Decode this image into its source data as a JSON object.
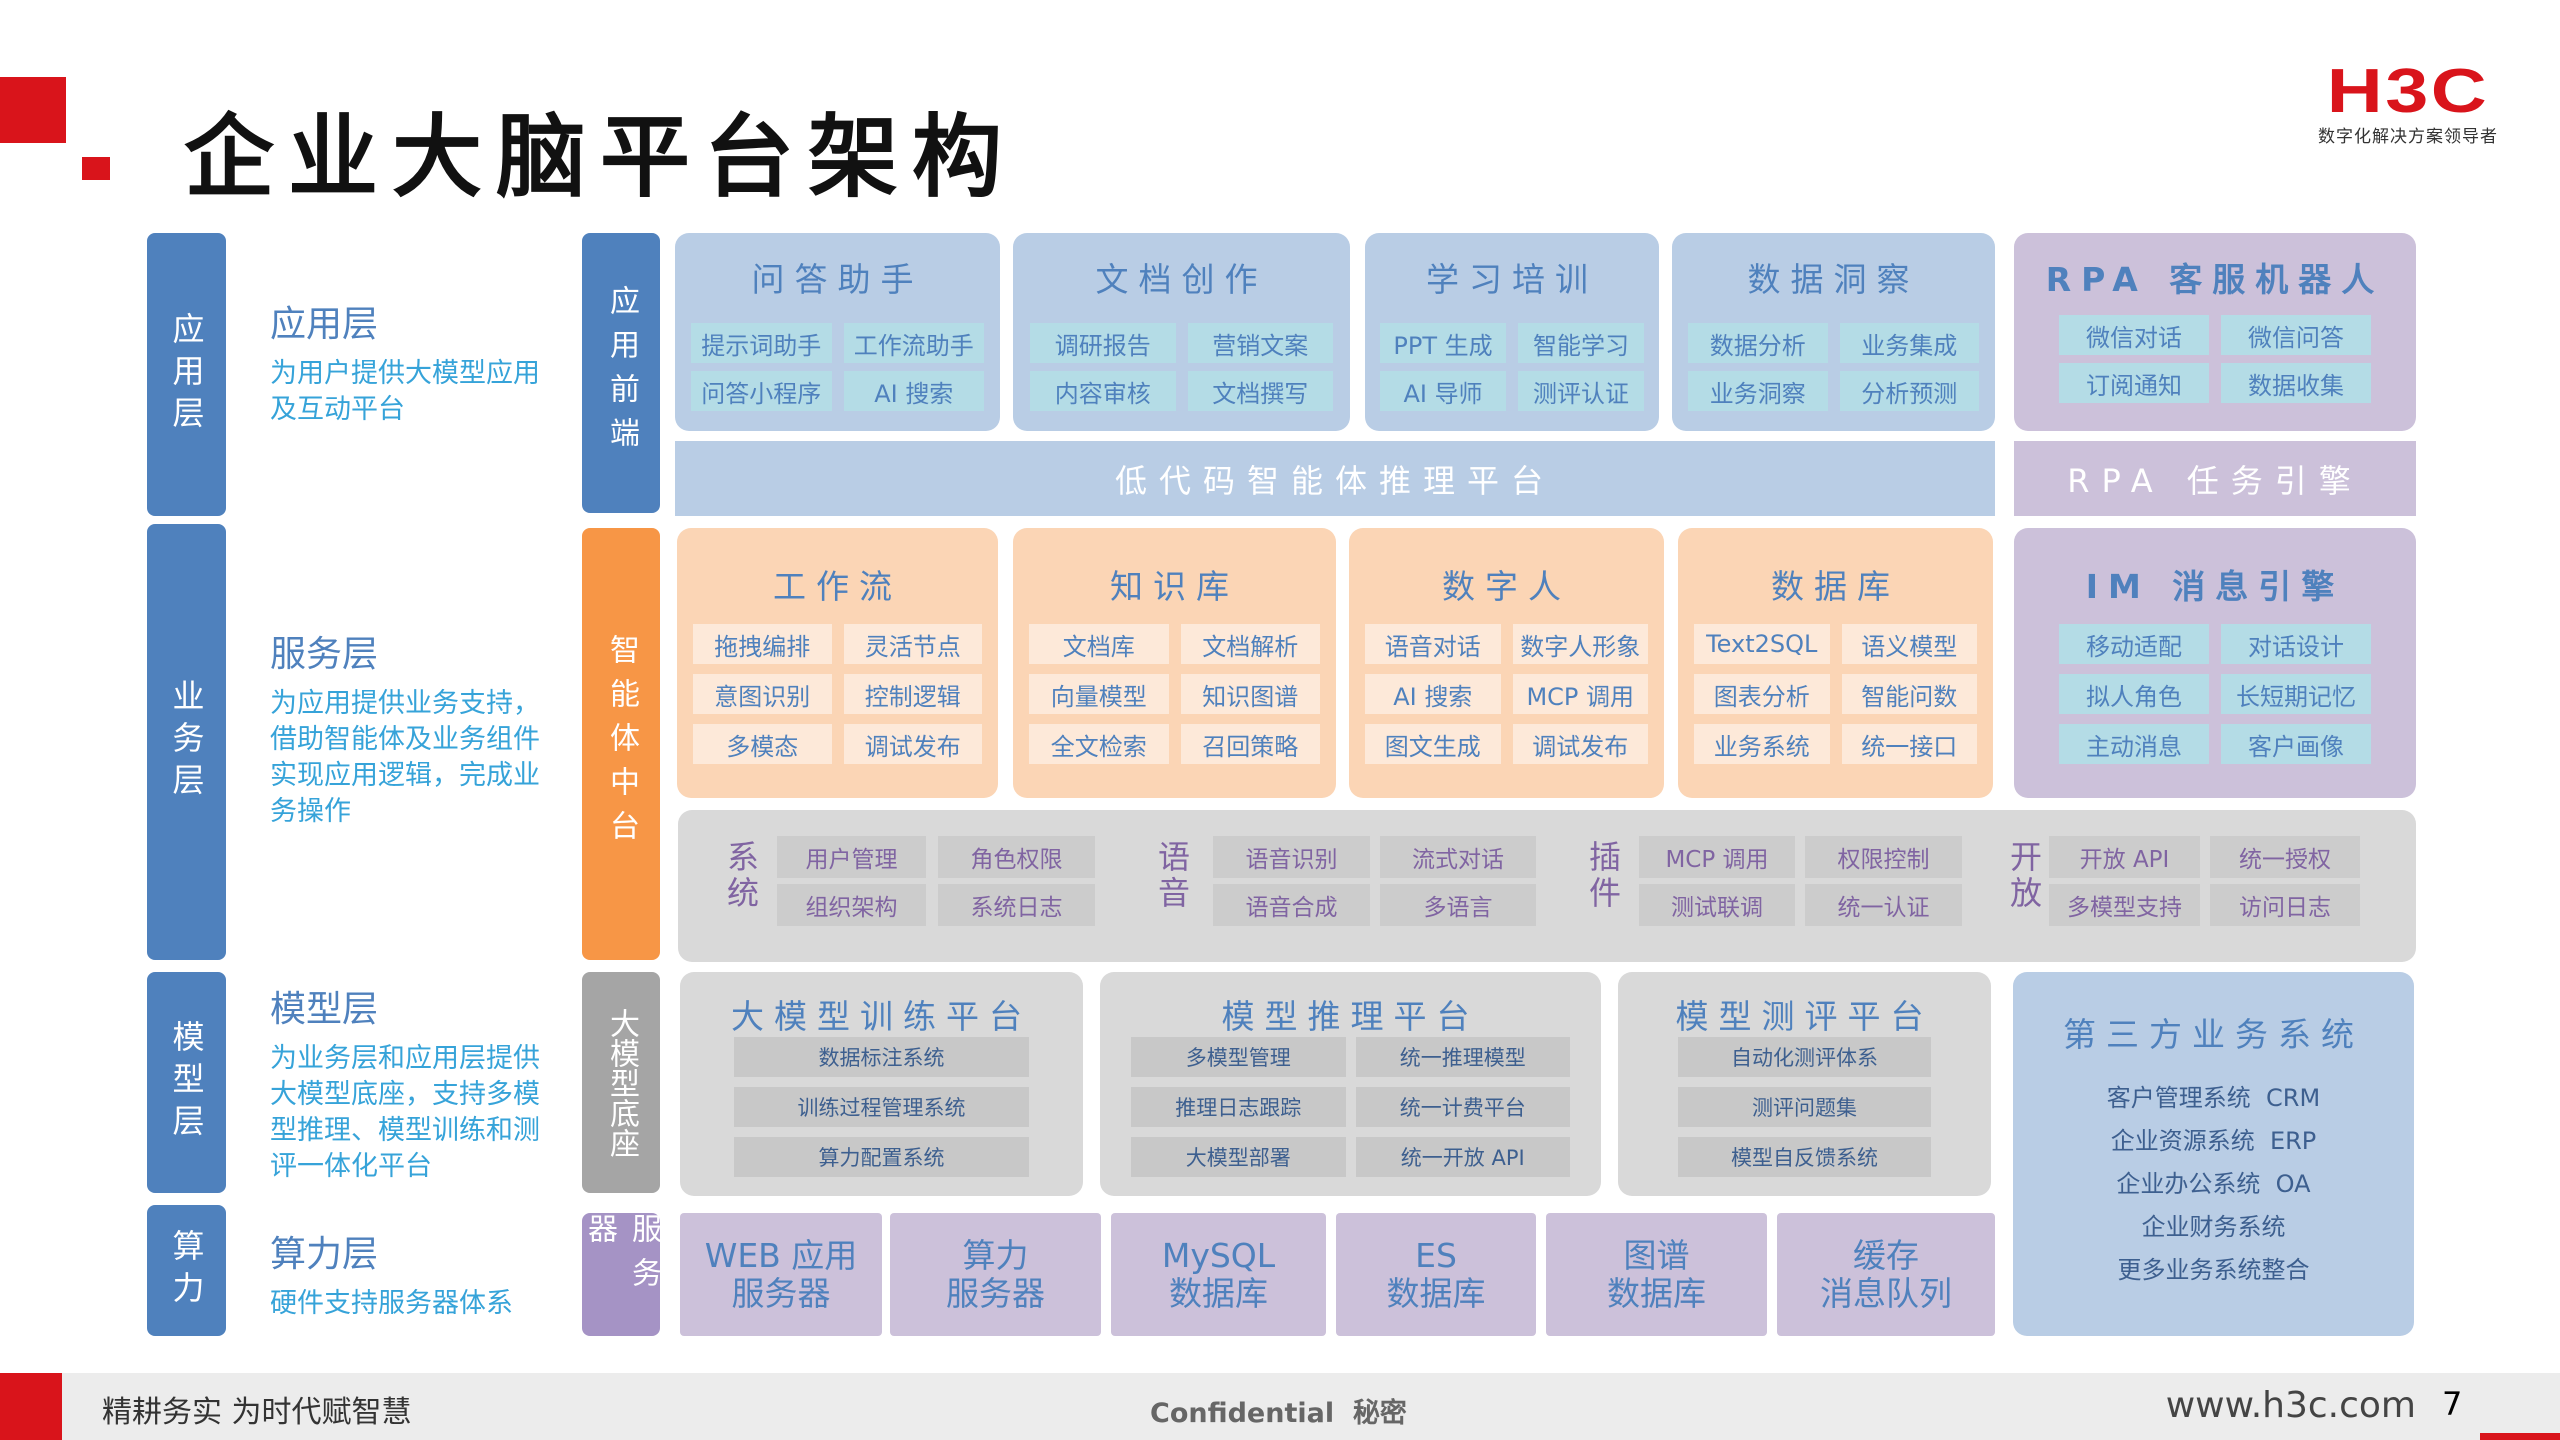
{
  "header": {
    "title": "企业大脑平台架构",
    "logo_text": "H3C",
    "logo_tagline": "数字化解决方案领导者"
  },
  "left_layers": [
    {
      "bar": "应用层",
      "title": "应用层",
      "desc": "为用户提供大模型应用及互动平台"
    },
    {
      "bar": "业务层",
      "title": "服务层",
      "desc": "为应用提供业务支持，借助智能体及业务组件实现应用逻辑，完成业务操作"
    },
    {
      "bar": "模型层",
      "title": "模型层",
      "desc": "为业务层和应用层提供大模型底座，支持多模型推理、模型训练和测评一体化平台"
    },
    {
      "bar": "算力",
      "title": "算力层",
      "desc": "硬件支持服务器体系"
    }
  ],
  "mid_bars": [
    "应用前端",
    "智能体中台",
    "大模型底座",
    "服务器"
  ],
  "app_modules": [
    {
      "title": "问答助手",
      "items": [
        "提示词助手",
        "工作流助手",
        "问答小程序",
        "AI 搜索"
      ]
    },
    {
      "title": "文档创作",
      "items": [
        "调研报告",
        "营销文案",
        "内容审核",
        "文档撰写"
      ]
    },
    {
      "title": "学习培训",
      "items": [
        "PPT 生成",
        "智能学习",
        "AI 导师",
        "测评认证"
      ]
    },
    {
      "title": "数据洞察",
      "items": [
        "数据分析",
        "业务集成",
        "业务洞察",
        "分析预测"
      ]
    },
    {
      "title": "RPA 客服机器人",
      "items": [
        "微信对话",
        "微信问答",
        "订阅通知",
        "数据收集"
      ]
    }
  ],
  "lowcode_bar": "低代码智能体推理平台",
  "rpa_engine": "RPA 任务引擎",
  "agent_modules": [
    {
      "title": "工作流",
      "items": [
        "拖拽编排",
        "灵活节点",
        "意图识别",
        "控制逻辑",
        "多模态",
        "调试发布"
      ]
    },
    {
      "title": "知识库",
      "items": [
        "文档库",
        "文档解析",
        "向量模型",
        "知识图谱",
        "全文检索",
        "召回策略"
      ]
    },
    {
      "title": "数字人",
      "items": [
        "语音对话",
        "数字人形象",
        "AI 搜索",
        "MCP 调用",
        "图文生成",
        "调试发布"
      ]
    },
    {
      "title": "数据库",
      "items": [
        "Text2SQL",
        "语义模型",
        "图表分析",
        "智能问数",
        "业务系统",
        "统一接口"
      ]
    },
    {
      "title": "IM 消息引擎",
      "items": [
        "移动适配",
        "对话设计",
        "拟人角色",
        "长短期记忆",
        "主动消息",
        "客户画像"
      ]
    }
  ],
  "capability_groups": [
    {
      "label": "系统",
      "items": [
        "用户管理",
        "角色权限",
        "组织架构",
        "系统日志"
      ]
    },
    {
      "label": "语音",
      "items": [
        "语音识别",
        "流式对话",
        "语音合成",
        "多语言"
      ]
    },
    {
      "label": "插件",
      "items": [
        "MCP 调用",
        "权限控制",
        "测试联调",
        "统一认证"
      ]
    },
    {
      "label": "开放",
      "items": [
        "开放 API",
        "统一授权",
        "多模型支持",
        "访问日志"
      ]
    }
  ],
  "model_platforms": [
    {
      "title": "大模型训练平台",
      "items": [
        "数据标注系统",
        "训练过程管理系统",
        "算力配置系统"
      ]
    },
    {
      "title": "模型推理平台",
      "items": [
        "多模型管理",
        "统一推理模型",
        "推理日志跟踪",
        "统一计费平台",
        "大模型部署",
        "统一开放 API"
      ]
    },
    {
      "title": "模型测评平台",
      "items": [
        "自动化测评体系",
        "测评问题集",
        "模型自反馈系统"
      ]
    }
  ],
  "third_party": {
    "title": "第三方业务系统",
    "items": [
      "客户管理系统  CRM",
      "企业资源系统  ERP",
      "企业办公系统  OA",
      "企业财务系统",
      "更多业务系统整合"
    ]
  },
  "servers": [
    [
      "WEB 应用",
      "服务器"
    ],
    [
      "算力",
      "服务器"
    ],
    [
      "MySQL",
      "数据库"
    ],
    [
      "ES",
      "数据库"
    ],
    [
      "图谱",
      "数据库"
    ],
    [
      "缓存",
      "消息队列"
    ]
  ],
  "footer": {
    "slogan": "精耕务实 为时代赋智慧",
    "confidential": "Confidential  秘密",
    "url": "www.h3c.com",
    "page": "7"
  },
  "colors": {
    "brand_red": "#d9141b",
    "blue_bar": "#4f81bd",
    "orange_bar": "#f79646",
    "gray_bar": "#a5a5a5",
    "purple_bar": "#a593c5"
  }
}
